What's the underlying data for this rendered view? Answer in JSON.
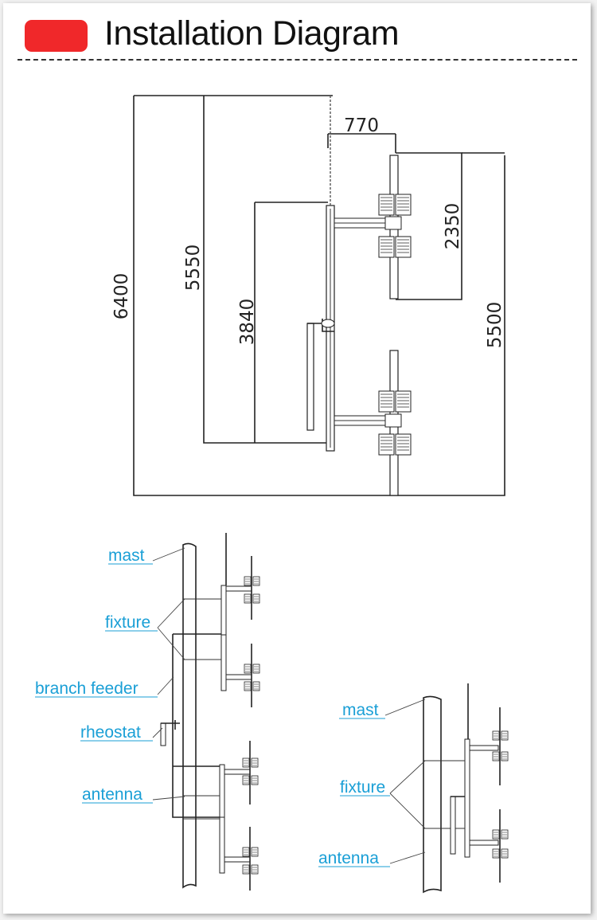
{
  "header": {
    "title": "Installation Diagram",
    "badge_color": "#f0282a"
  },
  "dimensions": {
    "d6400": "6400",
    "d5550": "5550",
    "d3840": "3840",
    "d770": "770",
    "d2350": "2350",
    "d5500": "5500"
  },
  "diagram_left": {
    "mast": "mast",
    "fixture": "fixture",
    "branch_feeder": "branch feeder",
    "rheostat": "rheostat",
    "antenna": "antenna"
  },
  "diagram_right": {
    "mast": "mast",
    "fixture": "fixture",
    "antenna": "antenna"
  },
  "colors": {
    "label": "#1a9fd6",
    "line": "#222222"
  }
}
